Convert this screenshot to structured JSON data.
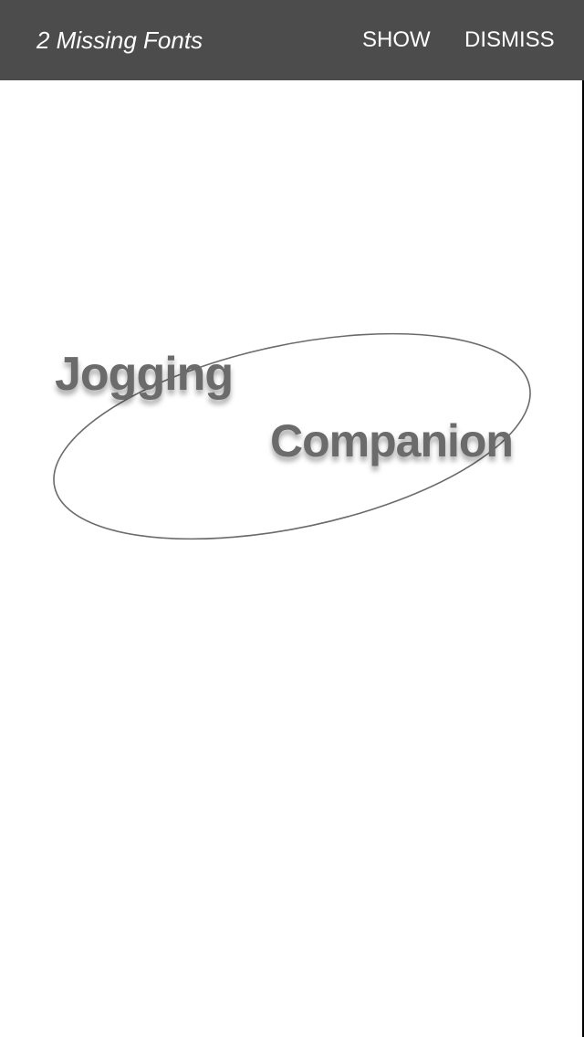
{
  "notification": {
    "message": "2 Missing Fonts",
    "show_label": "SHOW",
    "dismiss_label": "DISMISS",
    "background_color": "#4c4c4c"
  },
  "logo": {
    "word_1": "Jogging",
    "word_2": "Companion",
    "text_color": "#6b6b6b",
    "ring_color": "#6b6b6b"
  }
}
